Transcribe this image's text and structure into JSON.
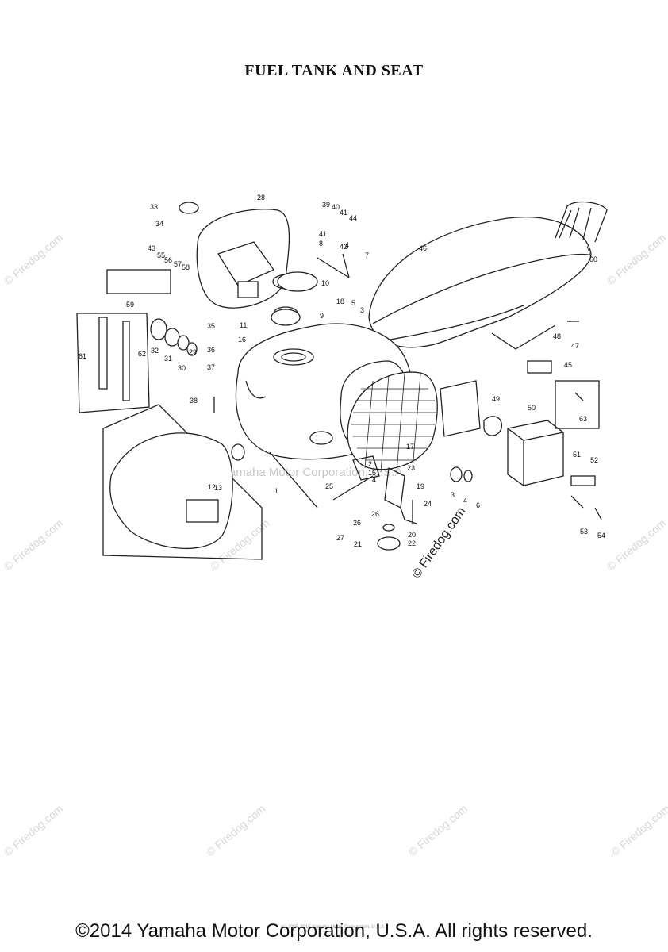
{
  "title": "FUEL TANK AND SEAT",
  "watermark": "© Firedog.com",
  "center_watermark": "Yamaha Motor Corporation, U.S.A.",
  "side_watermark": "© Firedog.com",
  "tiny_copyright": "(c) 2005-2015 Yamaha Motor Corporation, U.S.A.",
  "footer": "©2014 Yamaha Motor Corporation, U.S.A. All rights reserved.",
  "callouts": [
    {
      "id": "c1",
      "text": "1"
    },
    {
      "id": "c2",
      "text": "2"
    },
    {
      "id": "c3",
      "text": "3"
    },
    {
      "id": "c3b",
      "text": "3"
    },
    {
      "id": "c4",
      "text": "4"
    },
    {
      "id": "c4b",
      "text": "4"
    },
    {
      "id": "c5",
      "text": "5"
    },
    {
      "id": "c6",
      "text": "6"
    },
    {
      "id": "c7",
      "text": "7"
    },
    {
      "id": "c8",
      "text": "8"
    },
    {
      "id": "c9",
      "text": "9"
    },
    {
      "id": "c10",
      "text": "10"
    },
    {
      "id": "c11",
      "text": "11"
    },
    {
      "id": "c12",
      "text": "12"
    },
    {
      "id": "c13",
      "text": "13"
    },
    {
      "id": "c14",
      "text": "14"
    },
    {
      "id": "c15",
      "text": "15"
    },
    {
      "id": "c16",
      "text": "16"
    },
    {
      "id": "c17",
      "text": "17"
    },
    {
      "id": "c18",
      "text": "18"
    },
    {
      "id": "c19",
      "text": "19"
    },
    {
      "id": "c20",
      "text": "20"
    },
    {
      "id": "c21",
      "text": "21"
    },
    {
      "id": "c22",
      "text": "22"
    },
    {
      "id": "c23",
      "text": "23"
    },
    {
      "id": "c24",
      "text": "24"
    },
    {
      "id": "c25",
      "text": "25"
    },
    {
      "id": "c26",
      "text": "26"
    },
    {
      "id": "c26b",
      "text": "26"
    },
    {
      "id": "c27",
      "text": "27"
    },
    {
      "id": "c28",
      "text": "28"
    },
    {
      "id": "c29",
      "text": "29"
    },
    {
      "id": "c30",
      "text": "30"
    },
    {
      "id": "c31",
      "text": "31"
    },
    {
      "id": "c32",
      "text": "32"
    },
    {
      "id": "c33",
      "text": "33"
    },
    {
      "id": "c34",
      "text": "34"
    },
    {
      "id": "c35",
      "text": "35"
    },
    {
      "id": "c36",
      "text": "36"
    },
    {
      "id": "c37",
      "text": "37"
    },
    {
      "id": "c38",
      "text": "38"
    },
    {
      "id": "c39",
      "text": "39"
    },
    {
      "id": "c40",
      "text": "40"
    },
    {
      "id": "c41",
      "text": "41"
    },
    {
      "id": "c41b",
      "text": "41"
    },
    {
      "id": "c42",
      "text": "42"
    },
    {
      "id": "c43",
      "text": "43"
    },
    {
      "id": "c44",
      "text": "44"
    },
    {
      "id": "c45",
      "text": "45"
    },
    {
      "id": "c46",
      "text": "46"
    },
    {
      "id": "c47",
      "text": "47"
    },
    {
      "id": "c48",
      "text": "48"
    },
    {
      "id": "c49",
      "text": "49"
    },
    {
      "id": "c50",
      "text": "50"
    },
    {
      "id": "c51",
      "text": "51"
    },
    {
      "id": "c52",
      "text": "52"
    },
    {
      "id": "c53",
      "text": "53"
    },
    {
      "id": "c54",
      "text": "54"
    },
    {
      "id": "c55",
      "text": "55"
    },
    {
      "id": "c56",
      "text": "56"
    },
    {
      "id": "c57",
      "text": "57"
    },
    {
      "id": "c58",
      "text": "58"
    },
    {
      "id": "c59",
      "text": "59"
    },
    {
      "id": "c60",
      "text": "60"
    },
    {
      "id": "c61",
      "text": "61"
    },
    {
      "id": "c62",
      "text": "62"
    },
    {
      "id": "c63",
      "text": "63"
    }
  ]
}
